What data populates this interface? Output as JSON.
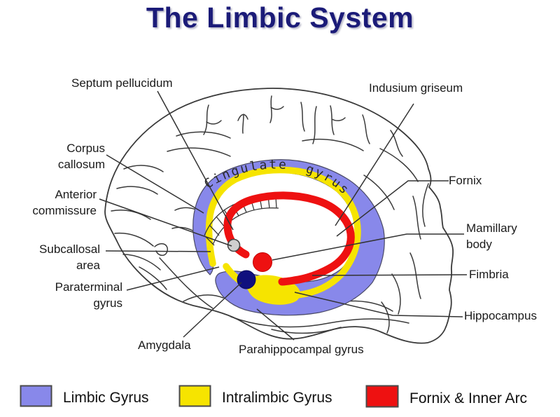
{
  "title": "The Limbic System",
  "diagram": {
    "curved_text": "Cingulate gyrus",
    "labels": {
      "septum_pellucidum": "Septum pellucidum",
      "corpus_callosum": "Corpus\ncallosum",
      "anterior_commissure": "Anterior\ncommissure",
      "subcallosal_area": "Subcallosal\narea",
      "paraterminal_gyrus": "Paraterminal\ngyrus",
      "amygdala": "Amygdala",
      "parahippocampal_gyrus": "Parahippocampal gyrus",
      "indusium_griseum": "Indusium griseum",
      "fornix": "Fornix",
      "mamillary_body": "Mamillary\nbody",
      "fimbria": "Fimbria",
      "hippocampus": "Hippocampus"
    },
    "colors": {
      "limbic_gyrus": "#8888ea",
      "intralimbic_gyrus": "#f6e400",
      "fornix_inner_arc": "#ee1111",
      "amygdala_dot": "#10107e",
      "anterior_commissure_dot": "#cfcfcf",
      "title_text": "#1b1b78",
      "outline": "#3a3a3a"
    }
  },
  "legend": {
    "items": [
      {
        "label": "Limbic Gyrus",
        "color": "#8888ea"
      },
      {
        "label": "Intralimbic Gyrus",
        "color": "#f6e400"
      },
      {
        "label": "Fornix & Inner Arc",
        "color": "#ee1111"
      }
    ]
  }
}
